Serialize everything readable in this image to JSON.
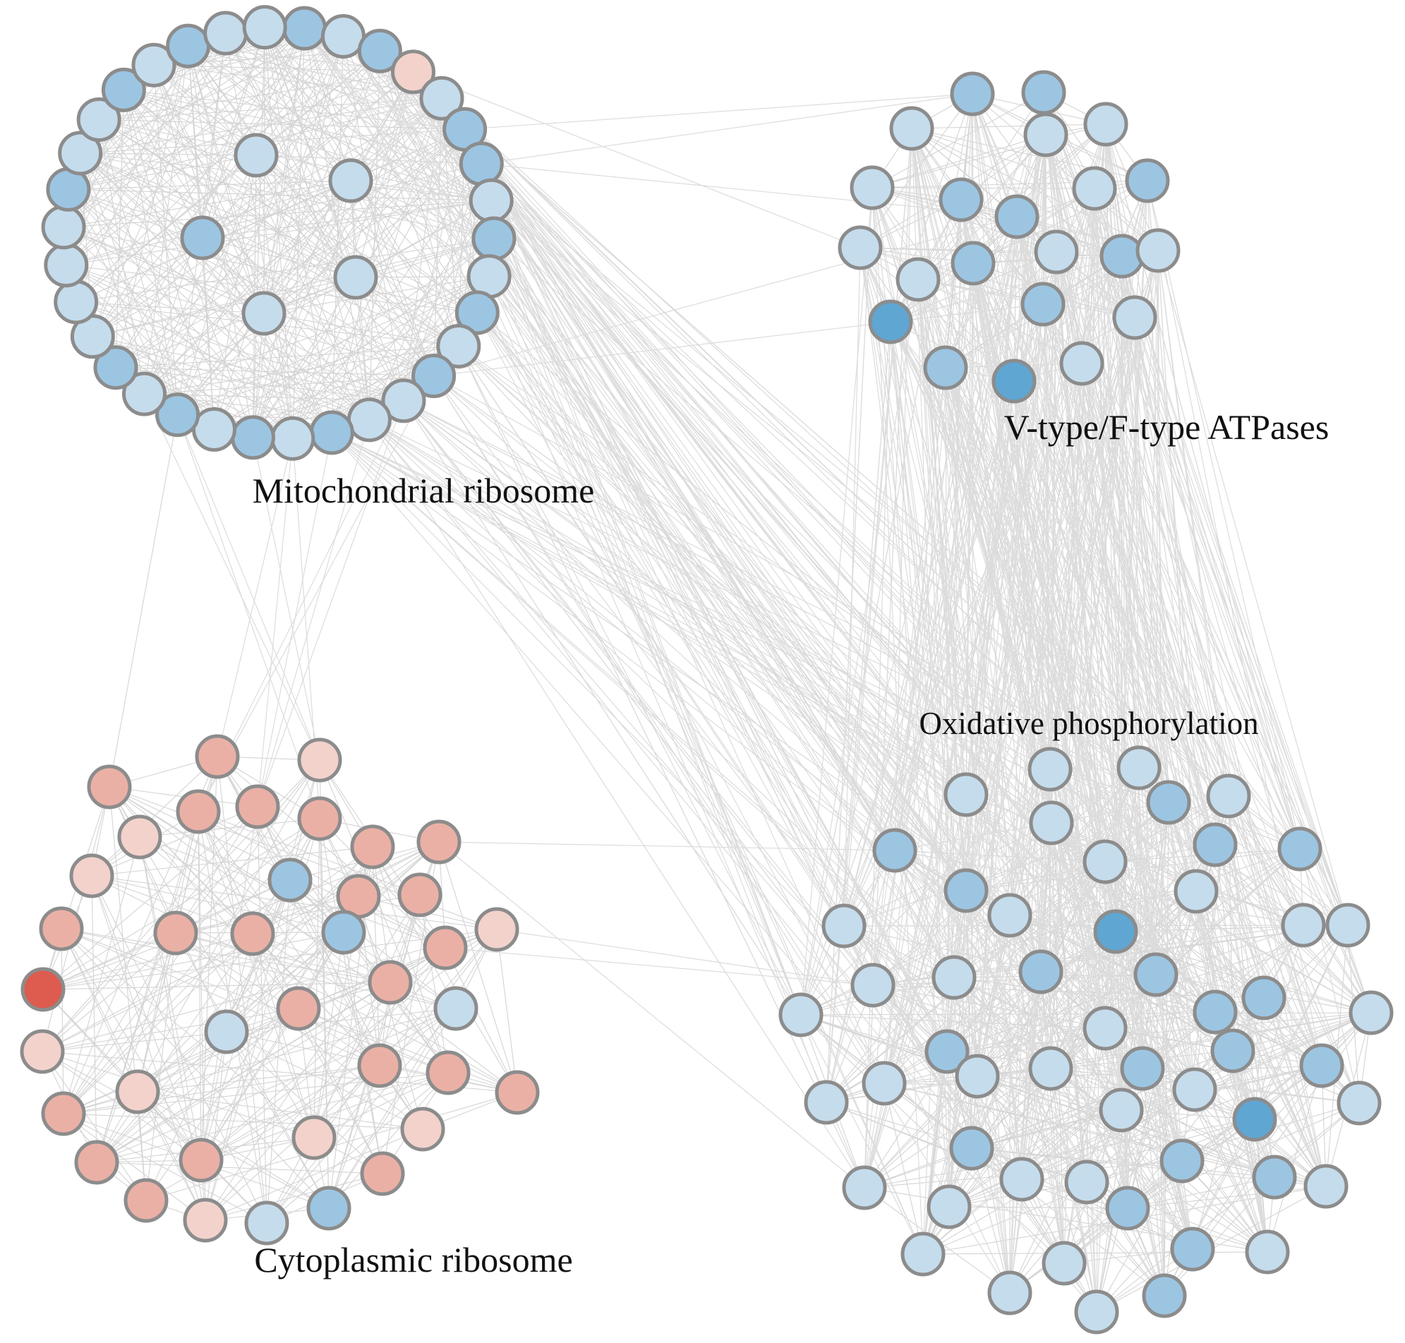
{
  "labels": {
    "mito": "Mitochondrial ribosome",
    "vf": "V-type/F-type ATPases",
    "oxphos": "Oxidative phosphorylation",
    "cyto": "Cytoplasmic ribosome"
  },
  "colors": {
    "node_stroke": "#8c8c8c",
    "edge": "#d4d4d4",
    "blue_light": "#c5dcec",
    "blue_mid": "#9cc5e2",
    "blue_dark": "#5fa6d3",
    "pink_light": "#f3d2cc",
    "pink_mid": "#eab0a6",
    "red_dark": "#dd5c4f"
  }
}
